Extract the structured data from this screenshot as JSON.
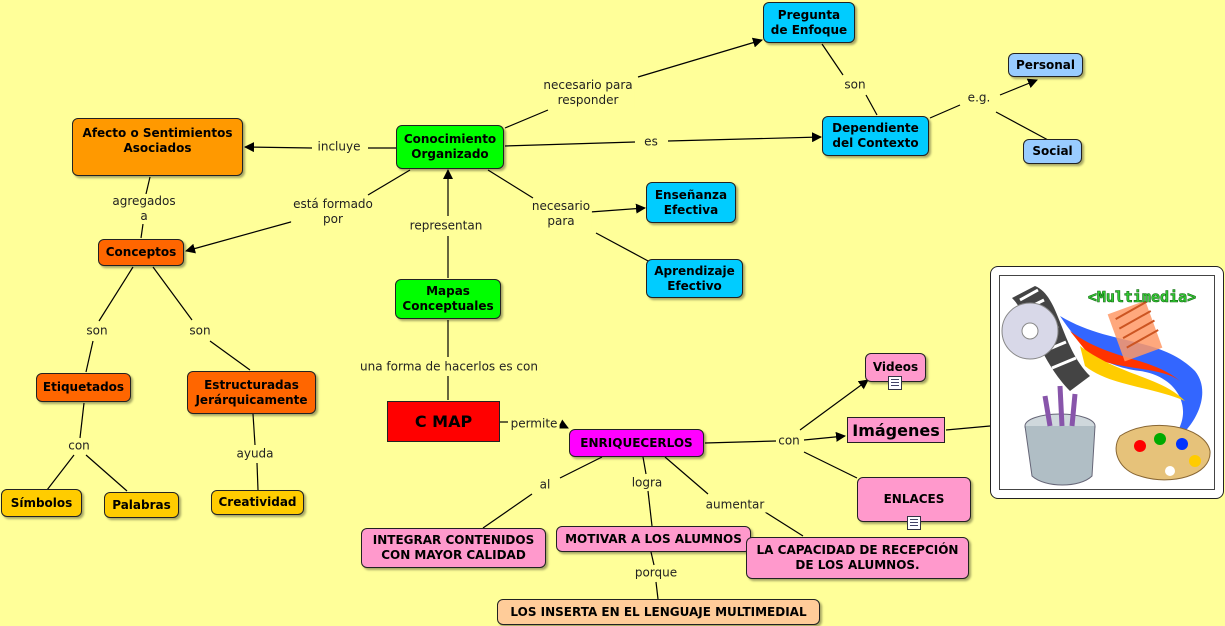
{
  "nodes": {
    "conocimiento": "Conocimiento\nOrganizado",
    "pregunta": "Pregunta\nde Enfoque",
    "dependiente": "Dependiente\ndel Contexto",
    "personal": "Personal",
    "social": "Social",
    "afecto": "Afecto o Sentimientos\nAsociados",
    "conceptos": "Conceptos",
    "ensenanza": "Enseñanza\nEfectiva",
    "aprendizaje": "Aprendizaje\nEfectivo",
    "mapas": "Mapas\nConceptuales",
    "etiquetados": "Etiquetados",
    "estructuradas": "Estructuradas\nJerárquicamente",
    "simbolos": "Símbolos",
    "palabras": "Palabras",
    "creatividad": "Creatividad",
    "cmap": "C MAP",
    "enriquecerlos": "ENRIQUECERLOS",
    "videos": "Videos",
    "imagenes": "Imágenes",
    "enlaces": "ENLACES",
    "integrar": "INTEGRAR CONTENIDOS\nCON MAYOR CALIDAD",
    "motivar": "MOTIVAR A LOS ALUMNOS",
    "capacidad": "LA CAPACIDAD DE RECEPCIÓN\nDE LOS ALUMNOS.",
    "inserta": "LOS INSERTA EN EL LENGUAJE MULTIMEDIAL"
  },
  "links": {
    "necesario_responder": "necesario para\nresponder",
    "son_contexto": "son",
    "eg": "e.g.",
    "incluye": "incluye",
    "es": "es",
    "agregados": "agregados\na",
    "formado": "está formado\npor",
    "representan": "representan",
    "necesario_para": "necesario\npara",
    "son1": "son",
    "son2": "son",
    "forma": "una forma de hacerlos es con",
    "con1": "con",
    "ayuda": "ayuda",
    "permite": "permite",
    "con2": "con",
    "al": "al",
    "logra": "logra",
    "aumentar": "aumentar",
    "porque": "porque"
  },
  "image": {
    "caption": "<Multimedia>",
    "colors": {
      "accent": "#33cc33"
    }
  }
}
